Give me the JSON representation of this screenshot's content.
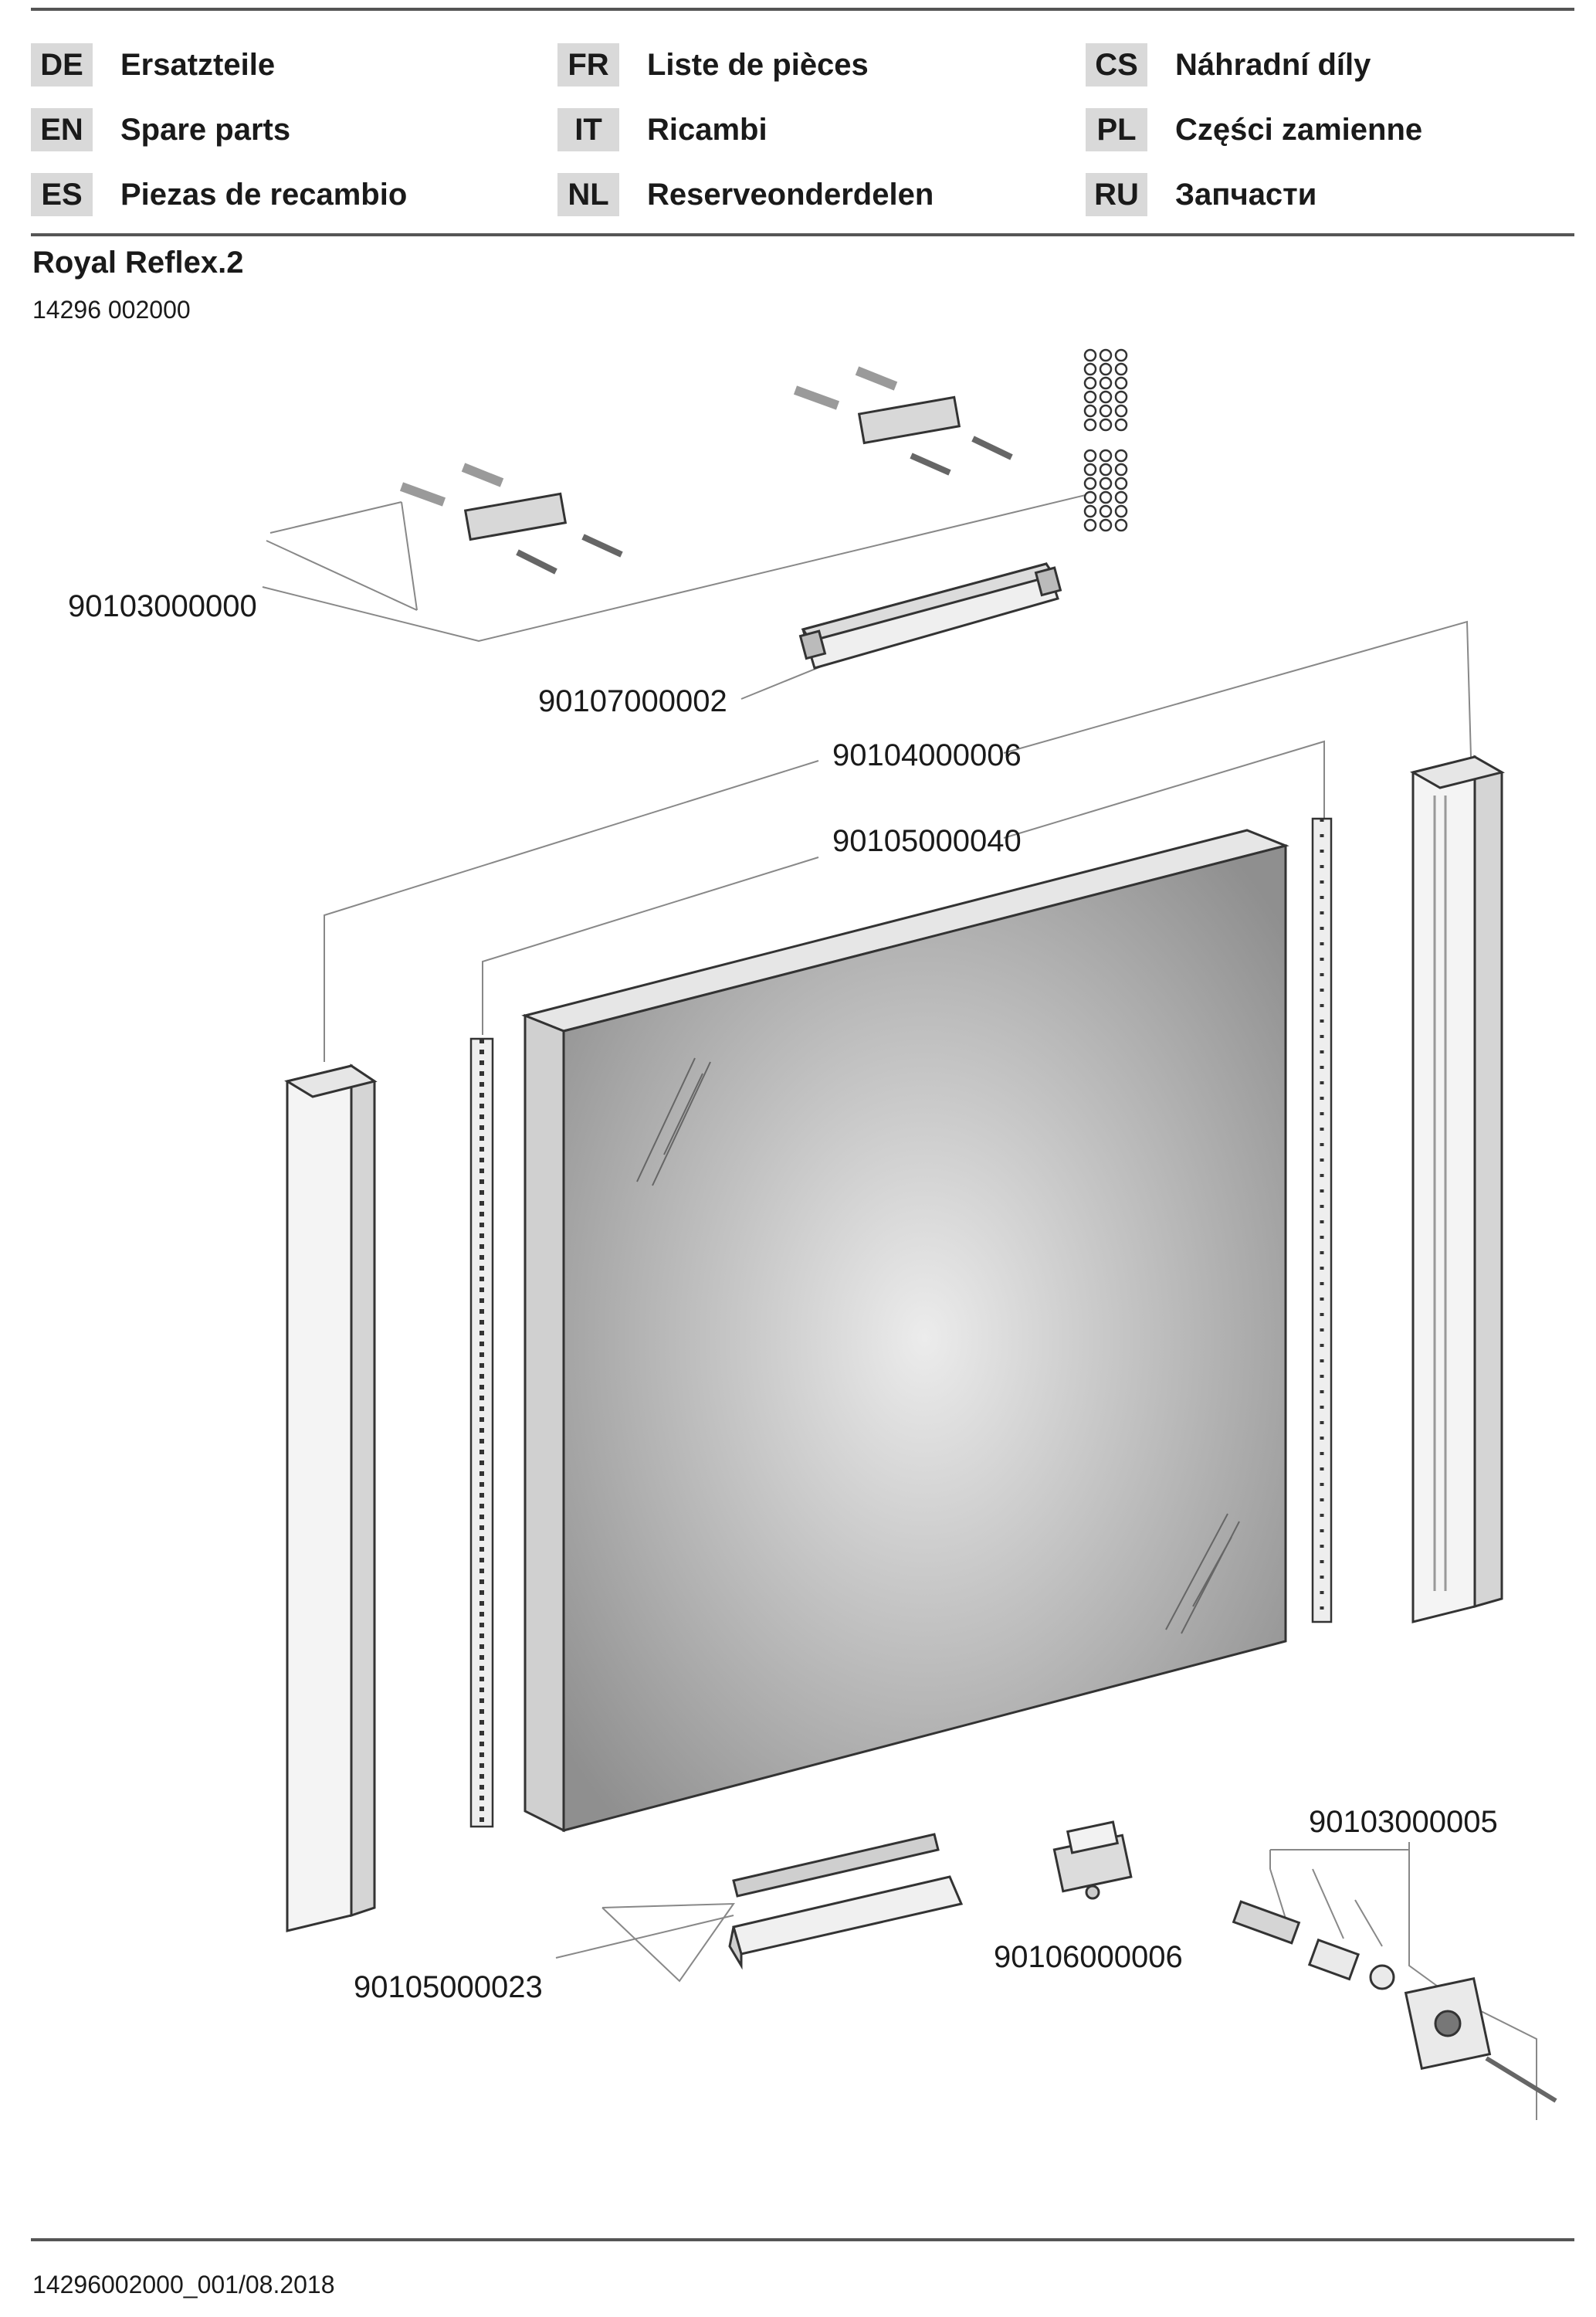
{
  "languages": [
    [
      {
        "code": "DE",
        "name": "Ersatzteile"
      },
      {
        "code": "EN",
        "name": "Spare parts"
      },
      {
        "code": "ES",
        "name": "Piezas de recambio"
      }
    ],
    [
      {
        "code": "FR",
        "name": "Liste de pièces"
      },
      {
        "code": "IT",
        "name": "Ricambi"
      },
      {
        "code": "NL",
        "name": "Reserveonderdelen"
      }
    ],
    [
      {
        "code": "CS",
        "name": "Náhradní díly"
      },
      {
        "code": "PL",
        "name": "Części zamienne"
      },
      {
        "code": "RU",
        "name": "Запчасти"
      }
    ]
  ],
  "product": {
    "title": "Royal Reflex.2",
    "article_number": "14296 002000"
  },
  "parts": {
    "mounting_kit": "90103000000",
    "driver": "90107000002",
    "side_profile": "90104000006",
    "led_strip": "90105000040",
    "bottom_light": "90105000023",
    "socket": "90106000006",
    "wall_fixing": "90103000005"
  },
  "footer": {
    "doc_code": "14296002000_001/08.2018"
  },
  "colors": {
    "rule": "#555555",
    "code_bg": "#d9d9d9",
    "mirror_center": "#ececec",
    "mirror_edge": "#8f8f8f"
  }
}
